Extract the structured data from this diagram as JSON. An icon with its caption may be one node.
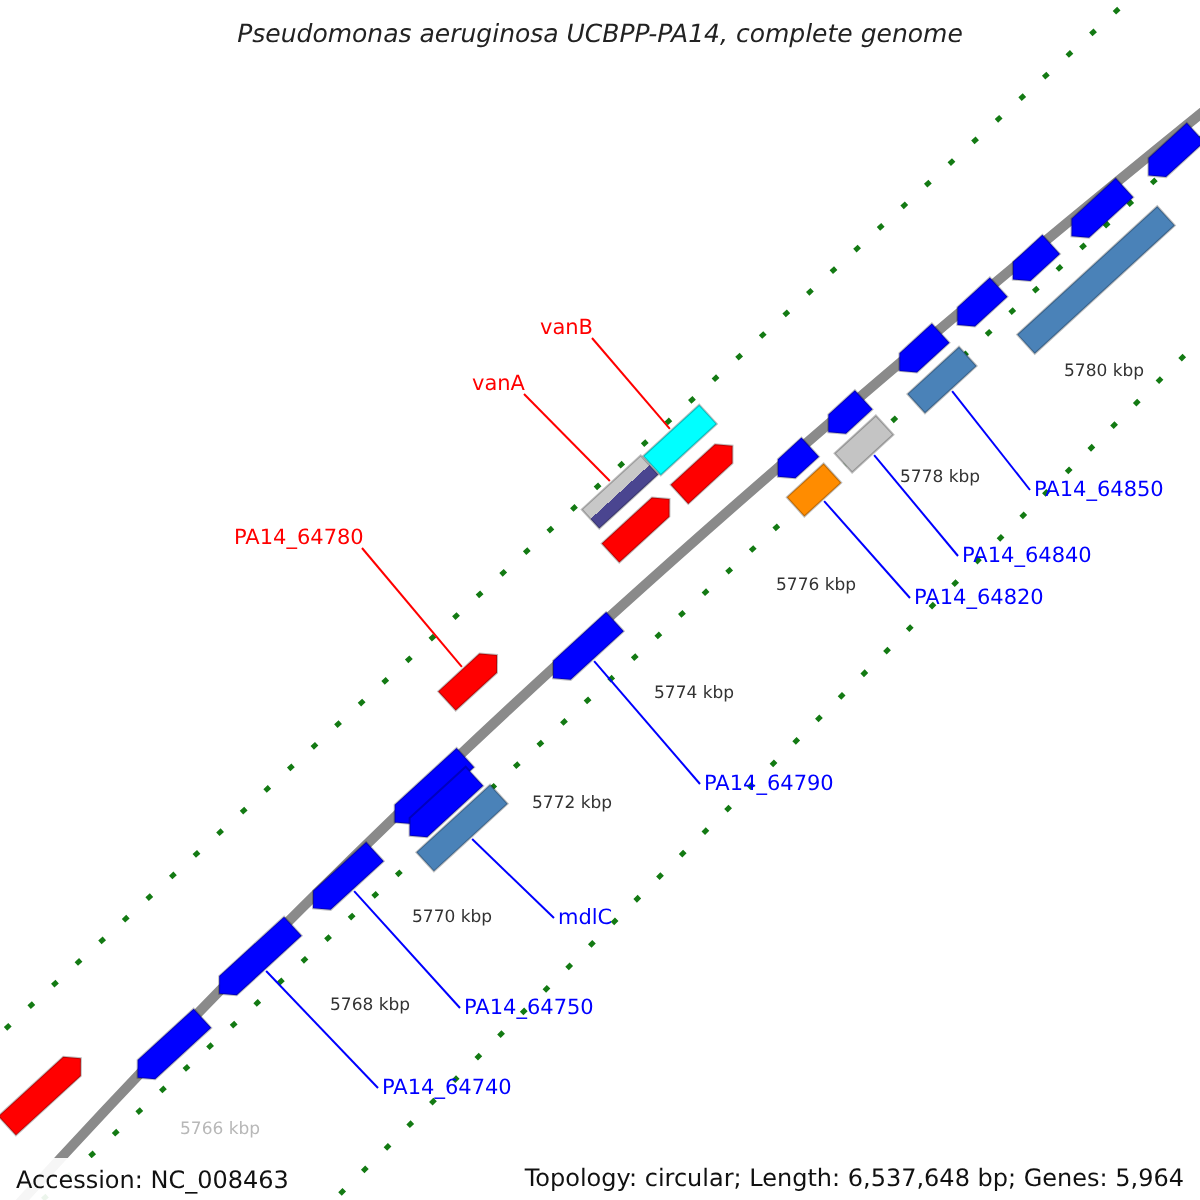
{
  "diagram": {
    "title": "Pseudomonas aeruginosa UCBPP-PA14, complete genome",
    "nodes": [
      {
        "text": [
          "vanB"
        ]
      },
      {
        "text": [
          "vanA"
        ]
      },
      {
        "text": [
          "PA14_64780"
        ]
      },
      {
        "text": [
          "PA14_64850"
        ]
      },
      {
        "text": [
          "PA14_64840"
        ]
      },
      {
        "text": [
          "PA14_64820"
        ]
      },
      {
        "text": [
          "PA14_64790"
        ]
      },
      {
        "text": [
          "mdlC"
        ]
      },
      {
        "text": [
          "PA14_64750"
        ]
      },
      {
        "text": [
          "PA14_64740"
        ]
      },
      {
        "text": [],
        "shape": "box"
      },
      {
        "text": [],
        "shape": "box"
      },
      {
        "text": [],
        "shape": "arrow"
      },
      {
        "text": [],
        "shape": "box"
      },
      {
        "text": [],
        "shape": "box"
      },
      {
        "text": [],
        "shape": "box"
      },
      {
        "text": [],
        "shape": "arrow"
      },
      {
        "text": [],
        "shape": "box"
      },
      {
        "text": [],
        "shape": "arrow"
      },
      {
        "text": [],
        "shape": "arrow"
      },
      {
        "text": [],
        "shape": "arrow"
      },
      {
        "text": [],
        "shape": "arrow"
      },
      {
        "text": [],
        "shape": "arrow"
      },
      {
        "text": [],
        "shape": "arrow"
      },
      {
        "text": [],
        "shape": "arrow"
      },
      {
        "text": [],
        "shape": "arrow"
      },
      {
        "text": [],
        "shape": "arrow"
      },
      {
        "text": [],
        "shape": "arrow"
      },
      {
        "text": [],
        "shape": "arrow"
      },
      {
        "text": [],
        "shape": "arrow"
      },
      {
        "text": [],
        "shape": "arrow"
      },
      {
        "text": [],
        "shape": "arrow"
      },
      {
        "text": [],
        "shape": "arrow"
      },
      {
        "text": [],
        "shape": "box"
      }
    ],
    "edges": [
      {
        "from": 0,
        "to": 10,
        "arrow": "none",
        "color": "#ff0000"
      },
      {
        "from": 1,
        "to": 11,
        "arrow": "none",
        "color": "#ff0000"
      },
      {
        "from": 2,
        "to": 12,
        "arrow": "none",
        "color": "#ff0000"
      },
      {
        "from": 3,
        "to": 13,
        "arrow": "none"
      },
      {
        "from": 4,
        "to": 14,
        "arrow": "none"
      },
      {
        "from": 5,
        "to": 15,
        "arrow": "none"
      },
      {
        "from": 6,
        "to": 16,
        "arrow": "none"
      },
      {
        "from": 7,
        "to": 17,
        "arrow": "none"
      },
      {
        "from": 8,
        "to": 18,
        "arrow": "none"
      },
      {
        "from": 9,
        "to": 19,
        "arrow": "none"
      }
    ],
    "labels": [
      "5780 kbp",
      "5778 kbp",
      "5776 kbp",
      "5774 kbp",
      "5772 kbp",
      "5770 kbp",
      "5768 kbp",
      "5766 kbp",
      "Accession: NC_008463",
      "Topology: circular; Length: 6,537,648 bp; Genes: 5,964"
    ]
  }
}
